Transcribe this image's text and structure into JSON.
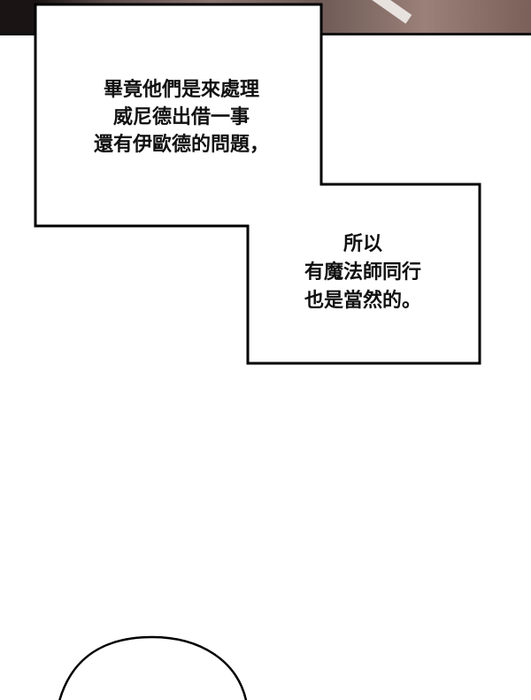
{
  "caption_1": {
    "lines": [
      "畢竟他們是來處理",
      "威尼德出借一事",
      "還有伊歐德的問題，"
    ]
  },
  "caption_2": {
    "lines": [
      "所以",
      "有魔法師同行",
      "也是當然的。"
    ]
  }
}
